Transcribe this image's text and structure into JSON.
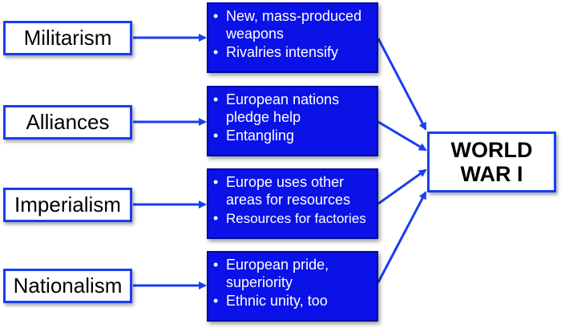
{
  "causes": [
    {
      "label": "Militarism",
      "details": [
        "New, mass-produced weapons",
        "Rivalries intensify"
      ]
    },
    {
      "label": "Alliances",
      "details": [
        "European nations pledge help",
        "Entangling"
      ]
    },
    {
      "label": "Imperialism",
      "details": [
        "Europe uses other areas for resources",
        "Resources for factories"
      ]
    },
    {
      "label": "Nationalism",
      "details": [
        "European pride, superiority",
        "Ethnic unity, too"
      ]
    }
  ],
  "outcome": {
    "line1": "WORLD",
    "line2": "WAR I"
  },
  "colors": {
    "box_fill": "#0a12e8",
    "border": "#1a3ef0",
    "arrow": "#1a3ef0"
  }
}
